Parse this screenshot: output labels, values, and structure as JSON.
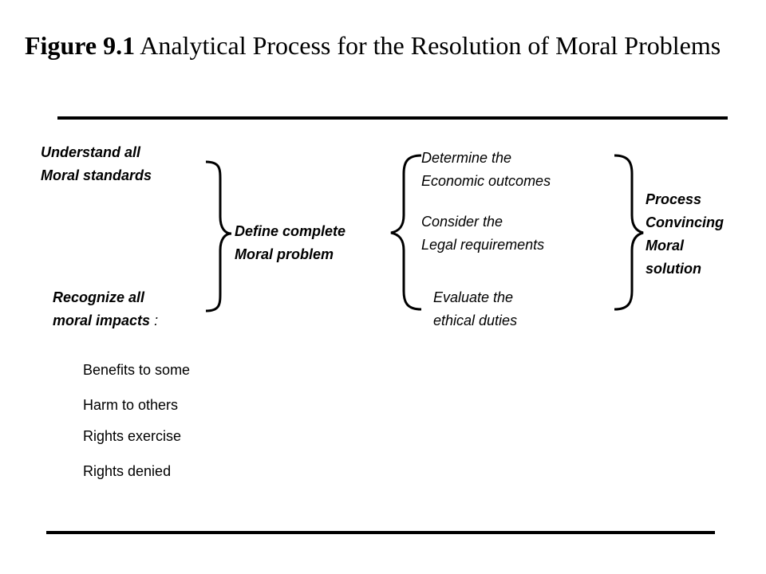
{
  "title": {
    "figure_label": "Figure 9.1",
    "text": "Analytical Process for the Resolution of Moral Problems"
  },
  "left": {
    "understand": [
      "Understand all",
      "Moral standards"
    ],
    "recognize": [
      "Recognize all",
      "moral impacts"
    ],
    "recognize_colon": ":",
    "impacts": [
      "Benefits to some",
      "Harm to others",
      "Rights exercise",
      "Rights denied"
    ]
  },
  "middle": {
    "define": [
      "Define complete",
      "Moral problem"
    ]
  },
  "analysis": {
    "economic": [
      "Determine the",
      "Economic outcomes"
    ],
    "legal": [
      "Consider the",
      "Legal requirements"
    ],
    "ethical": [
      "Evaluate the",
      "ethical duties"
    ]
  },
  "result": {
    "lines": [
      "Process",
      "Convincing",
      "Moral",
      "solution"
    ]
  }
}
